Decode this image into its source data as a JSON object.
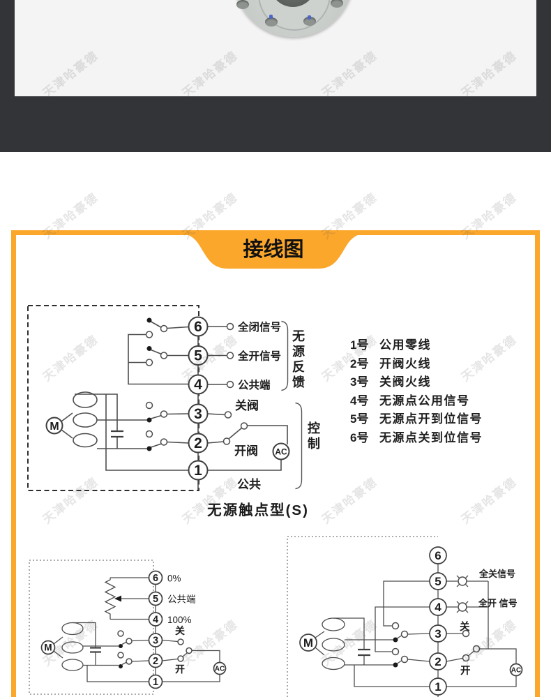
{
  "watermark": {
    "text": "天津哈豪德"
  },
  "section_title": {
    "label": "接线图"
  },
  "legend": {
    "items": [
      {
        "num": "1号",
        "desc": "公用零线"
      },
      {
        "num": "2号",
        "desc": "开阀火线"
      },
      {
        "num": "3号",
        "desc": "关阀火线"
      },
      {
        "num": "4号",
        "desc": "无源点公用信号"
      },
      {
        "num": "5号",
        "desc": "无源点开到位信号"
      },
      {
        "num": "6号",
        "desc": "无源点关到位信号"
      }
    ]
  },
  "diagram_main": {
    "caption": "无源触点型(S)",
    "terminals": [
      "6",
      "5",
      "4",
      "3",
      "2",
      "1"
    ],
    "labels": {
      "t6": "全闭信号",
      "t5": "全开信号",
      "t4": "公共端",
      "t3": "关阀",
      "t2": "开阀",
      "t1": "公共"
    },
    "bracket_feedback": "无源反馈",
    "bracket_control": "控制",
    "motor": "M",
    "power": "AC"
  },
  "diagram_bottom_left": {
    "terminals": [
      "6",
      "5",
      "4",
      "3",
      "2",
      "1"
    ],
    "labels": {
      "t6": "0%",
      "t5": "公共端",
      "t4": "100%",
      "t3": "关",
      "t2": "开"
    },
    "motor": "M",
    "power": "AC"
  },
  "diagram_bottom_right": {
    "terminals": [
      "6",
      "5",
      "4",
      "3",
      "2",
      "1"
    ],
    "labels": {
      "t5": "全关信号",
      "t4": "全开 信号",
      "t3": "关",
      "t2": "开"
    },
    "motor": "M",
    "power": "AC"
  },
  "colors": {
    "accent_orange": "#fba72c",
    "band_dark": "#333437",
    "photo_bg": "#f4f4f5",
    "line": "#4d4d4d"
  }
}
